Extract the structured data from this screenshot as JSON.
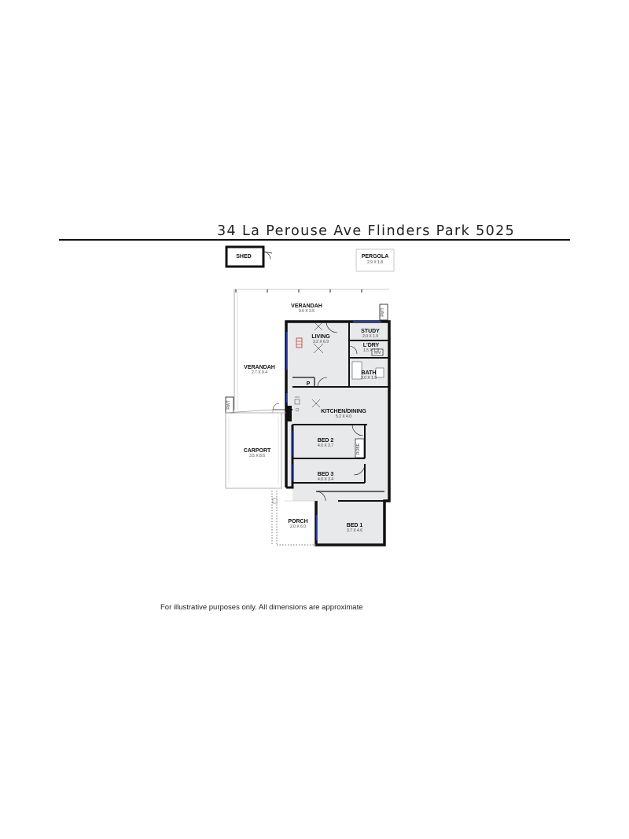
{
  "title": "34 La Perouse Ave Flinders Park 5025",
  "disclaimer": "For illustrative purposes only. All dimensions are approximate",
  "rooms": {
    "shed": {
      "label": "SHED"
    },
    "pergola": {
      "label": "PERGOLA",
      "dims": "2.9 X 1.8"
    },
    "verandah_top": {
      "label": "VERANDAH",
      "dims": "9.0 X 3.5"
    },
    "verandah_side": {
      "label": "VERANDAH",
      "dims": "2.7 X 9.4"
    },
    "living": {
      "label": "LIVING",
      "dims": "3.2 X 6.9"
    },
    "study": {
      "label": "STUDY",
      "dims": "2.0 X 1.9"
    },
    "laundry": {
      "label": "L'DRY",
      "dims": "1.5 X 1.9"
    },
    "bath": {
      "label": "BATH",
      "dims": "3.0 X 1.9"
    },
    "kitchen_dining": {
      "label": "KITCHEN/DINING",
      "dims": "5.2 X 4.0"
    },
    "carport": {
      "label": "CARPORT",
      "dims": "3.5 X 8.6"
    },
    "bed2": {
      "label": "BED 2",
      "dims": "4.0 X 3.7"
    },
    "bed3": {
      "label": "BED 3",
      "dims": "4.0 X 3.4"
    },
    "porch": {
      "label": "PORCH",
      "dims": "2.0 X 6.0"
    },
    "bed1": {
      "label": "BED 1",
      "dims": "3.7 X 4.6"
    }
  },
  "markers": {
    "rwt": "RWT",
    "pantry": "P",
    "robe": "ROBE",
    "washing_machine": "WM"
  }
}
